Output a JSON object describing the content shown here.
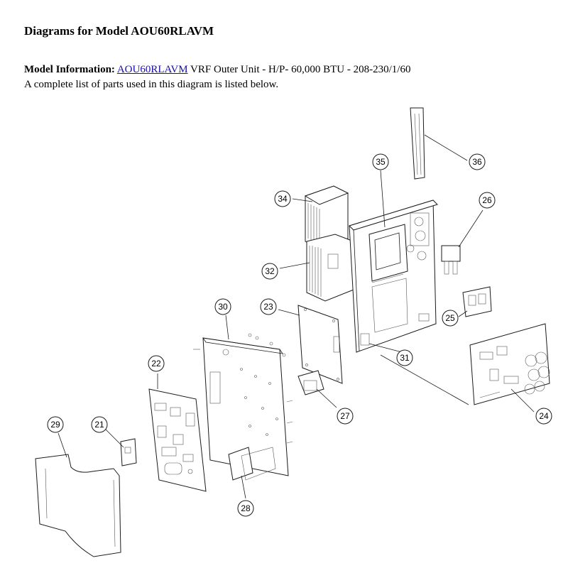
{
  "page": {
    "title": "Diagrams for Model AOU60RLAVM",
    "info_label": "Model Information:",
    "model_link": "AOU60RLAVM",
    "model_desc": " VRF Outer Unit - H/P- 60,000 BTU - 208-230/1/60",
    "list_note": "A complete list of parts used in this diagram is listed below."
  },
  "callouts": {
    "c21": "21",
    "c22": "22",
    "c23": "23",
    "c24": "24",
    "c25": "25",
    "c26": "26",
    "c27": "27",
    "c28": "28",
    "c29": "29",
    "c30": "30",
    "c31": "31",
    "c32": "32",
    "c34": "34",
    "c35": "35",
    "c36": "36"
  }
}
